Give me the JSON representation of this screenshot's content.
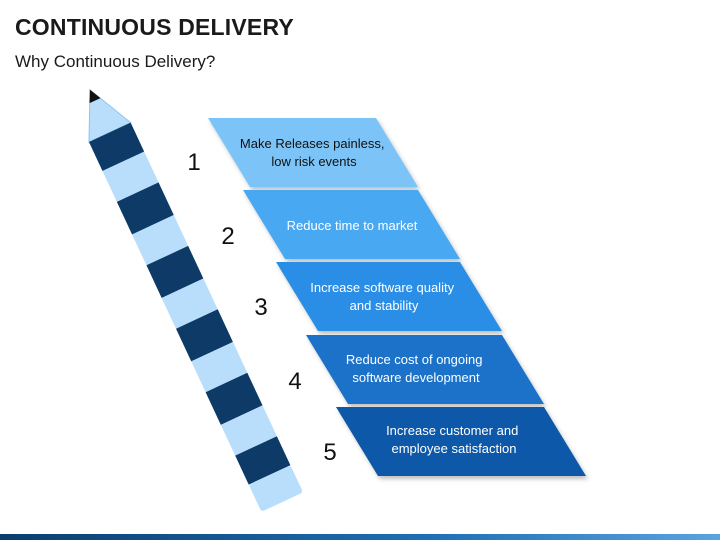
{
  "slide": {
    "title": "CONTINUOUS DELIVERY",
    "subtitle": "Why Continuous Delivery?"
  },
  "colors": {
    "dark_navy": "#0d3a66",
    "light_band": "#b9defb",
    "step_fills": [
      "#7cc4f7",
      "#4aa8f2",
      "#2a8ee6",
      "#1d72c9",
      "#0f58a8"
    ],
    "step_text": [
      "#111111",
      "#ffffff",
      "#ffffff",
      "#ffffff",
      "#ffffff"
    ]
  },
  "steps": [
    {
      "number": "1",
      "lines": [
        "Make Releases painless,",
        "low risk events"
      ]
    },
    {
      "number": "2",
      "lines": [
        "Reduce time to market"
      ]
    },
    {
      "number": "3",
      "lines": [
        "Increase software quality",
        "and stability"
      ]
    },
    {
      "number": "4",
      "lines": [
        "Reduce cost of ongoing",
        "software development"
      ]
    },
    {
      "number": "5",
      "lines": [
        "Increase customer and",
        "employee satisfaction"
      ]
    }
  ]
}
